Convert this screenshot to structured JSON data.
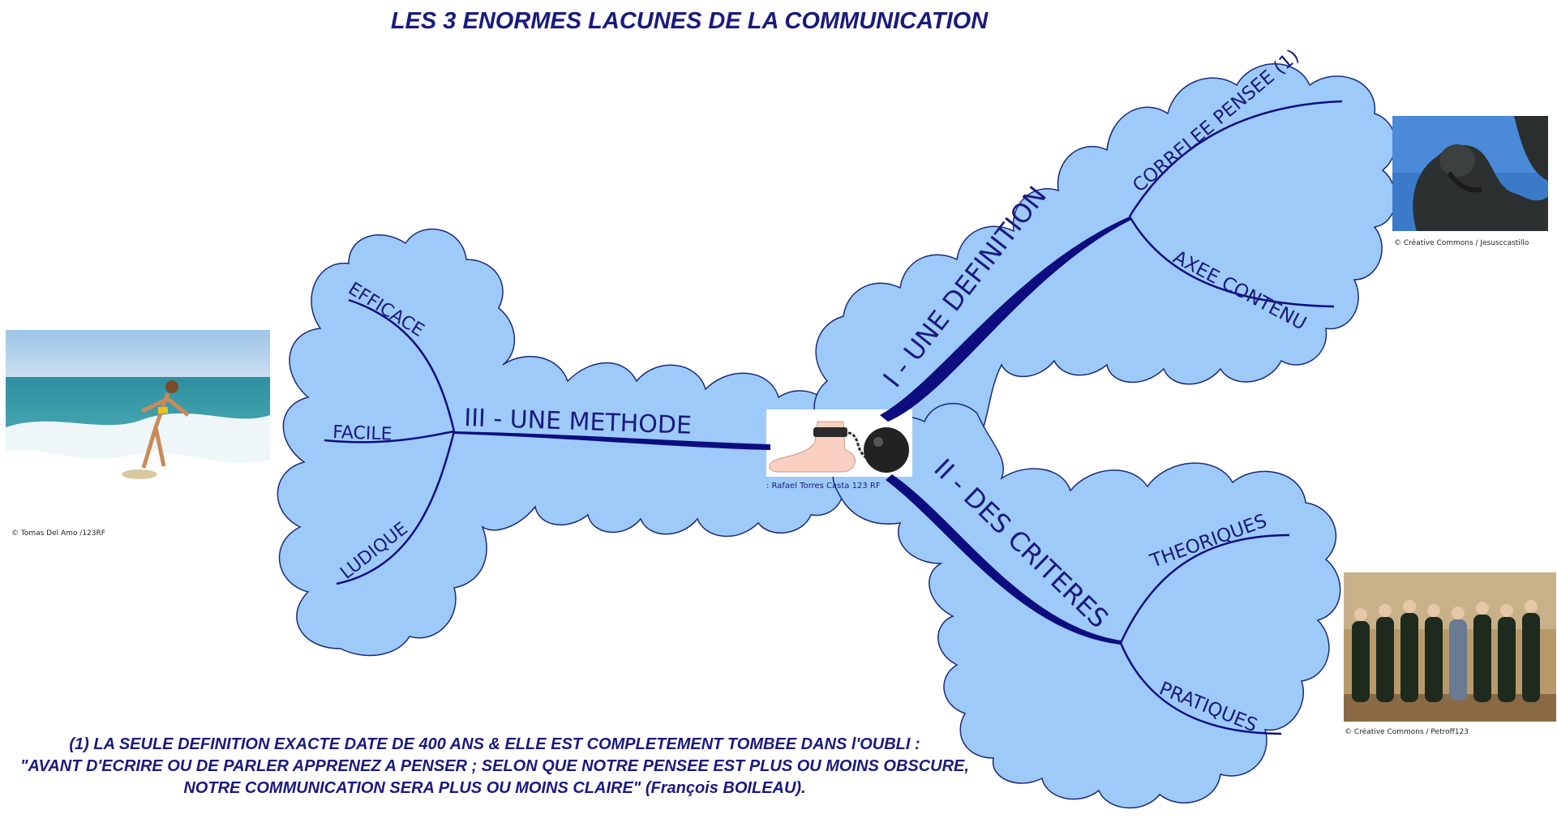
{
  "title": "LES 3 ENORMES LACUNES DE LA COMMUNICATION",
  "center": {
    "credit": ": Rafael Torres Casta 123 RF",
    "image": "ankle-chain-ball"
  },
  "branches": {
    "definition": {
      "label": "I - UNE DEFINITION",
      "children": [
        "CORRELEE PENSEE (1)",
        "AXEE CONTENU"
      ]
    },
    "criteres": {
      "label": "II - DES CRITERES",
      "children": [
        "THEORIQUES",
        "PRATIQUES"
      ]
    },
    "methode": {
      "label": "III - UNE METHODE",
      "children": [
        "EFFICACE",
        "FACILE",
        "LUDIQUE"
      ]
    }
  },
  "photos": {
    "surfer": {
      "subject": "surfer-on-wave",
      "credit": "© Tomas Del Amo /123RF"
    },
    "thinker": {
      "subject": "thinker-statue",
      "credit": "© Créative Commons / Jesusccastillo"
    },
    "academy": {
      "subject": "academiciens-group",
      "credit": "© Créative Commons / Petroff123"
    }
  },
  "footnote": {
    "line1": "(1) LA SEULE DEFINITION EXACTE DATE DE 400 ANS & ELLE EST COMPLETEMENT TOMBEE DANS l'OUBLI :",
    "line2": "\"AVANT D'ECRIRE OU DE PARLER APPRENEZ A PENSER ; SELON QUE NOTRE PENSEE EST PLUS OU MOINS OBSCURE,",
    "line3": "NOTRE COMMUNICATION SERA PLUS OU MOINS CLAIRE\" (François BOILEAU)."
  },
  "colors": {
    "cloud_fill": "#9dcaf9",
    "cloud_stroke": "#1a2a7a",
    "branch": "#0d0d80",
    "text": "#1a1a7e"
  }
}
